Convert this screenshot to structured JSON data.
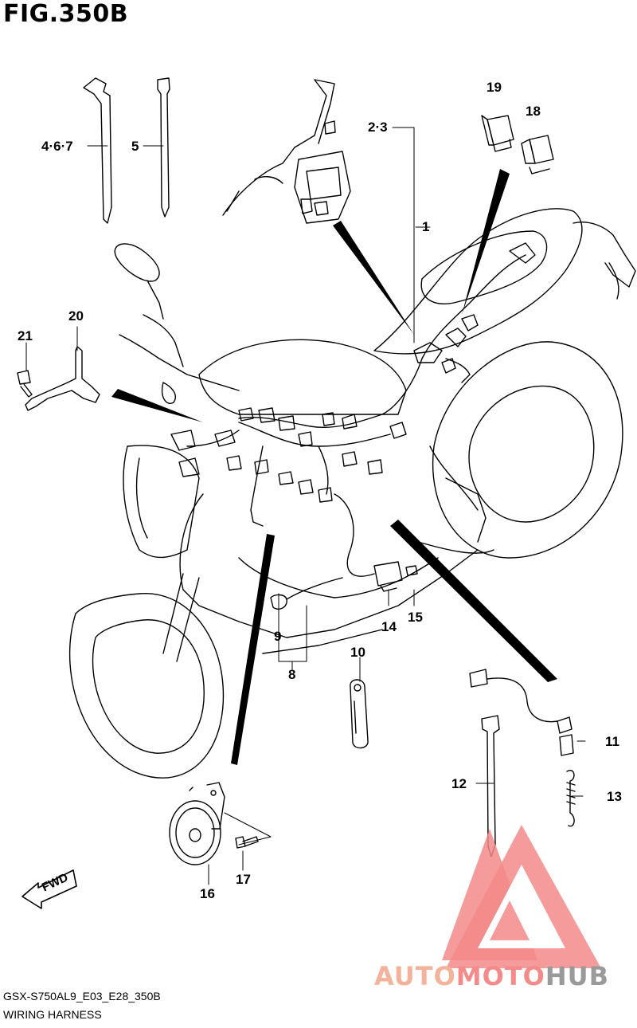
{
  "figure": {
    "title": "FIG.350B",
    "model_code": "GSX-S750AL9_E03_E28_350B",
    "section_name": "WIRING HARNESS"
  },
  "callouts": {
    "c1": "1",
    "c2_3": "2·3",
    "c4_6_7": "4·6·7",
    "c5": "5",
    "c8": "8",
    "c9": "9",
    "c10": "10",
    "c11": "11",
    "c12": "12",
    "c13": "13",
    "c14": "14",
    "c15": "15",
    "c16": "16",
    "c17": "17",
    "c18": "18",
    "c19": "19",
    "c20": "20",
    "c21": "21"
  },
  "direction_arrow": {
    "label": "FWD"
  },
  "watermark": {
    "part1": "AUTO",
    "part2": "MOTO",
    "part3": "HUB",
    "colors": [
      "#f3b39a",
      "#f48a8a",
      "#9a9a9a"
    ]
  },
  "icons": [
    "fwd-arrow-icon",
    "watermark-logo-icon"
  ]
}
